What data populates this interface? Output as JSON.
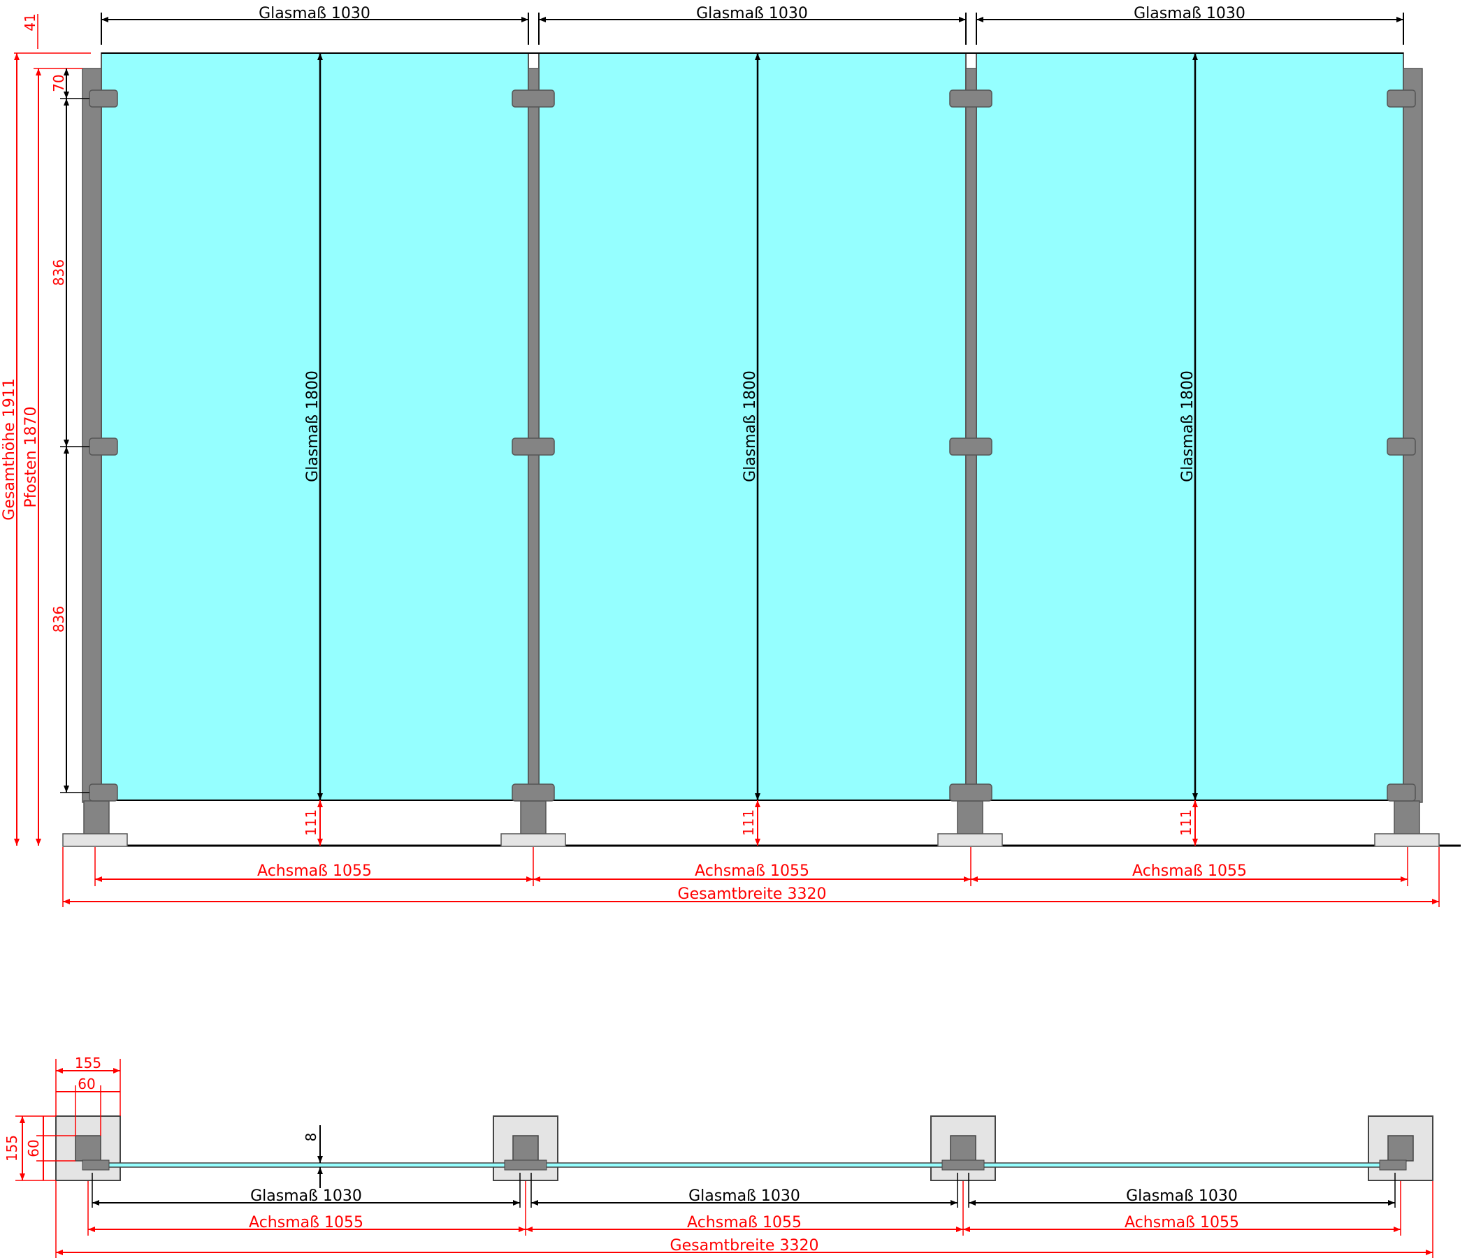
{
  "colors": {
    "glass": "#95ffff",
    "post": "#848484",
    "base_plate": "#e4e4e4",
    "dimension_black": "#000000",
    "dimension_red": "#ff0000",
    "outline": "#555555"
  },
  "elevation": {
    "glass_width_labels": [
      "Glasmaß 1030",
      "Glasmaß 1030",
      "Glasmaß 1030"
    ],
    "glass_height_labels": [
      "Glasmaß 1800",
      "Glasmaß 1800",
      "Glasmaß 1800"
    ],
    "bottom_gap_labels": [
      "111",
      "111",
      "111"
    ],
    "axis_labels": [
      "Achsmaß 1055",
      "Achsmaß 1055",
      "Achsmaß 1055"
    ],
    "total_width_label": "Gesamtbreite 3320",
    "total_height_label": "Gesamthöhe 1911",
    "post_height_label": "Pfosten 1870",
    "top_offset_label": "41",
    "clamp_offset_label": "70",
    "clamp_spacing_labels": [
      "836",
      "836"
    ]
  },
  "plan": {
    "base_width_label": "155",
    "post_width_label": "60",
    "base_depth_label": "155",
    "post_depth_label": "60",
    "glass_thickness_label": "8",
    "glass_width_labels": [
      "Glasmaß 1030",
      "Glasmaß 1030",
      "Glasmaß 1030"
    ],
    "axis_labels": [
      "Achsmaß 1055",
      "Achsmaß 1055",
      "Achsmaß 1055"
    ],
    "total_width_label": "Gesamtbreite 3320"
  }
}
